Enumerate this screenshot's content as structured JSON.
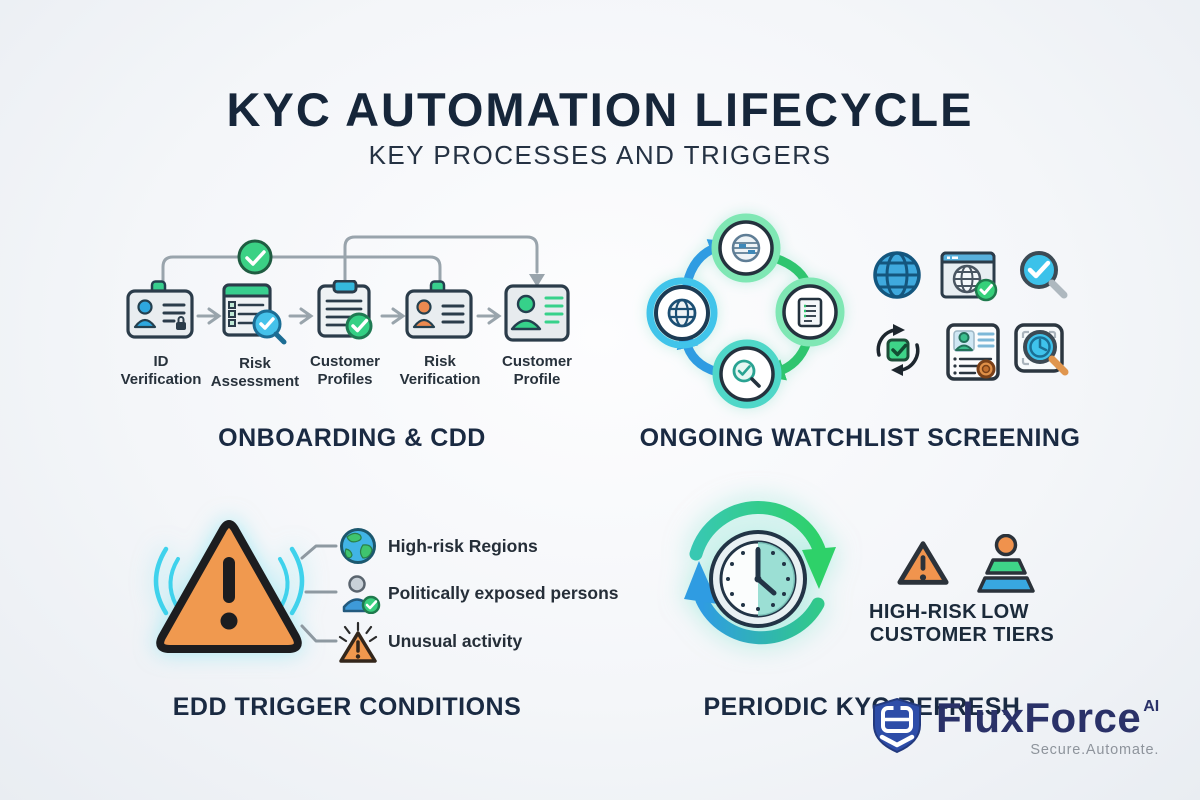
{
  "header": {
    "title": "KYC AUTOMATION LIFECYCLE",
    "subtitle": "KEY PROCESSES AND TRIGGERS"
  },
  "sections": {
    "onboarding": {
      "label": "ONBOARDING & CDD",
      "steps": [
        {
          "label": "ID\nVerification",
          "icon": "id-card-lock-icon"
        },
        {
          "label": "Risk\nAssessment",
          "icon": "checklist-magnifier-icon"
        },
        {
          "label": "Customer\nProfiles",
          "icon": "clipboard-check-icon"
        },
        {
          "label": "Risk\nVerification",
          "icon": "id-card-person-icon"
        },
        {
          "label": "Customer\nProfile",
          "icon": "profile-card-icon"
        }
      ]
    },
    "watchlist": {
      "label": "ONGOING WATCHLIST SCREENING",
      "cycle_nodes": [
        "data-screening-globe-icon",
        "watchlist-document-icon",
        "search-verify-icon",
        "global-monitor-icon"
      ],
      "grid_icons": [
        "globe-icon",
        "web-screening-check-icon",
        "search-check-icon",
        "recheck-cycle-icon",
        "customer-record-stamp-icon",
        "audit-search-clock-icon"
      ]
    },
    "edd": {
      "label": "EDD TRIGGER CONDITIONS",
      "triggers": [
        {
          "label": "High-risk Regions",
          "icon": "earth-icon"
        },
        {
          "label": "Politically exposed persons",
          "icon": "person-check-icon"
        },
        {
          "label": "Unusual activity",
          "icon": "warning-rays-icon"
        }
      ]
    },
    "refresh": {
      "label": "PERIODIC KYC REFRESH",
      "tier_high": "HIGH-RISK",
      "tier_low": "LOW",
      "tier_caption": "CUSTOMER TIERS"
    }
  },
  "logo": {
    "brand": "FluxForce",
    "suffix": "AI",
    "tagline": "Secure.Automate."
  },
  "palette": {
    "title_navy": "#16263a",
    "accent_green": "#34d084",
    "accent_blue": "#2ea7de",
    "accent_teal": "#2ec4b6",
    "accent_cyan": "#3fd2ec",
    "warning_orange": "#f0994f",
    "connector_gray": "#99a4ac",
    "logo_navy": "#2a3168"
  }
}
